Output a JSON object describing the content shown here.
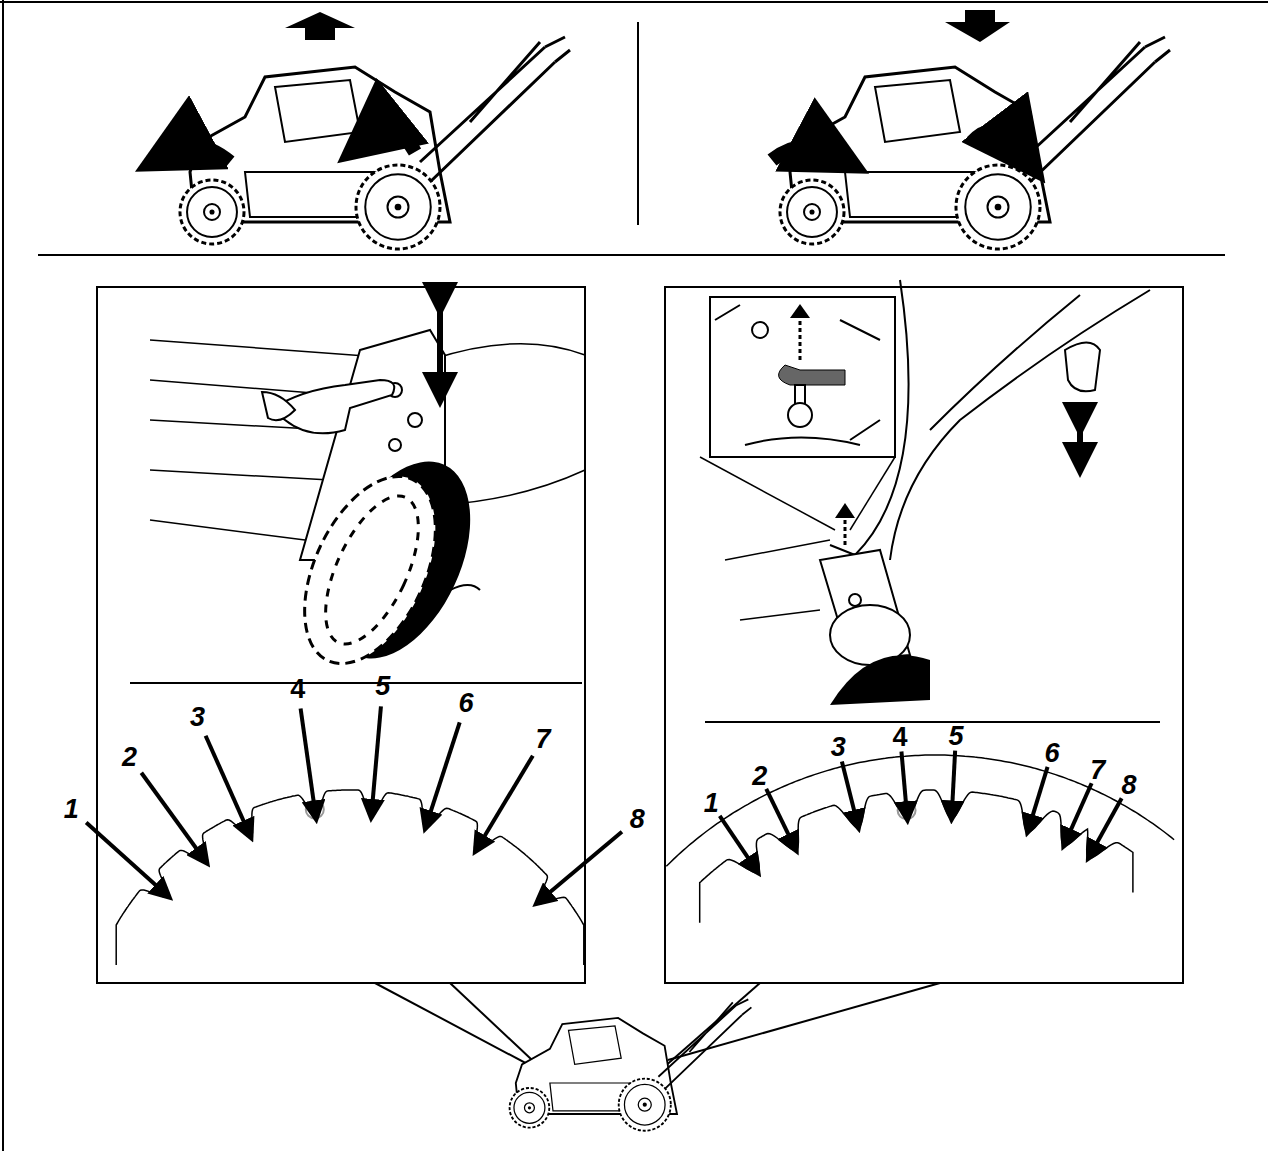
{
  "diagram": {
    "labels": [
      "1",
      "2",
      "3",
      "4",
      "5",
      "6",
      "7",
      "8",
      "1",
      "2",
      "3",
      "4",
      "5",
      "6",
      "7",
      "8"
    ]
  }
}
